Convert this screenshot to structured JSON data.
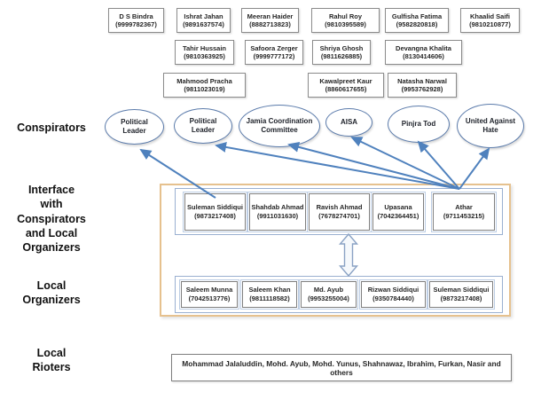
{
  "suspects_top": [
    {
      "name": "D S Bindra",
      "phone": "(9999782367)"
    },
    {
      "name": "Ishrat Jahan",
      "phone": "(9891637574)"
    },
    {
      "name": "Meeran Haider",
      "phone": "(8882713823)"
    },
    {
      "name": "Rahul Roy",
      "phone": "(9810395589)"
    },
    {
      "name": "Gulfisha Fatima",
      "phone": "(9582820818)"
    },
    {
      "name": "Khaalid Saifi",
      "phone": "(9810210877)"
    },
    {
      "name": "Tahir Hussain",
      "phone": "(9810363925)"
    },
    {
      "name": "Safoora Zerger",
      "phone": "(9999777172)"
    },
    {
      "name": "Shriya Ghosh",
      "phone": "(9811626885)"
    },
    {
      "name": "Devangna Khalita",
      "phone": "(8130414606)"
    },
    {
      "name": "Mahmood Pracha",
      "phone": "(9811023019)"
    },
    {
      "name": "Kawalpreet Kaur",
      "phone": "(8860617655)"
    },
    {
      "name": "Natasha Narwal",
      "phone": "(9953762928)"
    }
  ],
  "conspirator_groups": [
    {
      "label": "Political Leader"
    },
    {
      "label": "Political Leader"
    },
    {
      "label": "Jamia Coordination Committee"
    },
    {
      "label": "AISA"
    },
    {
      "label": "Pinjra Tod"
    },
    {
      "label": "United Against Hate"
    }
  ],
  "interface_people": [
    {
      "name": "Suleman Siddiqui",
      "phone": "(9873217408)"
    },
    {
      "name": "Shahdab Ahmad",
      "phone": "(9911031630)"
    },
    {
      "name": "Ravish Ahmad",
      "phone": "(7678274701)"
    },
    {
      "name": "Upasana",
      "phone": "(7042364451)"
    },
    {
      "name": "Athar",
      "phone": "(9711453215)"
    }
  ],
  "local_organizers": [
    {
      "name": "Saleem Munna",
      "phone": "(7042513776)"
    },
    {
      "name": "Saleem Khan",
      "phone": "(9811118582)"
    },
    {
      "name": "Md. Ayub",
      "phone": "(9953255004)"
    },
    {
      "name": "Rizwan Siddiqui",
      "phone": "(9350784440)"
    },
    {
      "name": "Suleman Siddiqui",
      "phone": "(9873217408)"
    }
  ],
  "local_rioters_text": "Mohammad Jalaluddin, Mohd. Ayub, Mohd. Yunus, Shahnawaz, Ibrahim, Furkan, Nasir and others",
  "side_labels": {
    "conspirators": "Conspirators",
    "interface": "Interface\nwith\nConspirators\nand Local\nOrganizers",
    "local_organizers": "Local\nOrganizers",
    "local_rioters": "Local\nRioters"
  },
  "connections": [
    {
      "from": "Suleman Siddiqui",
      "to": "Political Leader (left)"
    },
    {
      "from": "Athar",
      "to": "Political Leader (second)"
    },
    {
      "from": "Athar",
      "to": "Jamia Coordination Committee"
    },
    {
      "from": "Athar",
      "to": "AISA"
    },
    {
      "from": "Athar",
      "to": "Pinjra Tod"
    },
    {
      "from": "Athar",
      "to": "United Against Hate"
    },
    {
      "from": "Interface group",
      "to": "Local Organizers group",
      "type": "double-headed"
    }
  ],
  "colors": {
    "arrow": "#4f81bd",
    "ellipse_border": "#5b7bab",
    "outer_box_border": "#e6c18e",
    "inner_box_border": "#9ab0d1",
    "suspect_box_border": "#8c8c8c"
  }
}
